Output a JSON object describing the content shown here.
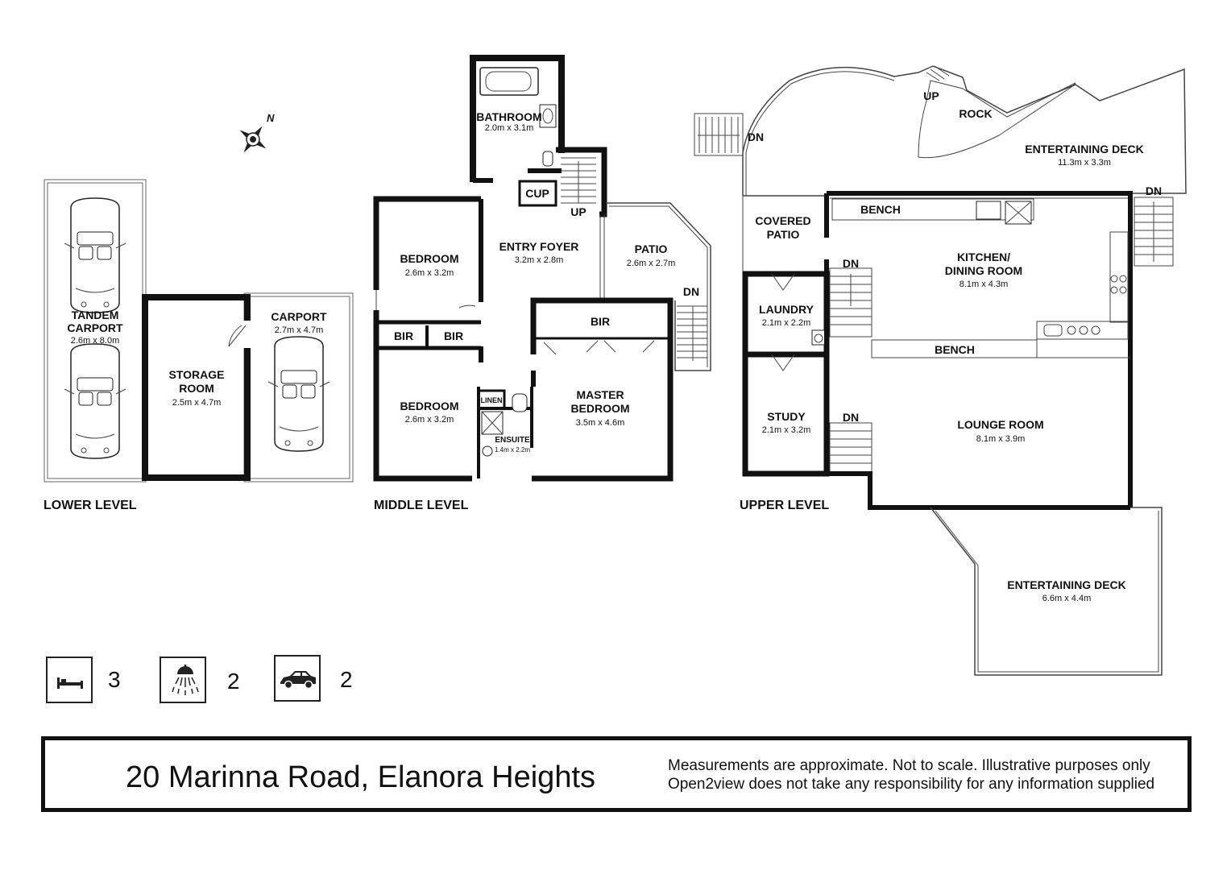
{
  "levels": {
    "lower": "LOWER LEVEL",
    "middle": "MIDDLE LEVEL",
    "upper": "UPPER LEVEL"
  },
  "rooms": {
    "tandem_carport": {
      "name_line1": "TANDEM",
      "name_line2": "CARPORT",
      "dims": "2.6m x 8.0m"
    },
    "storage_room": {
      "name_line1": "STORAGE",
      "name_line2": "ROOM",
      "dims": "2.5m x 4.7m"
    },
    "carport": {
      "name": "CARPORT",
      "dims": "2.7m x 4.7m"
    },
    "bathroom": {
      "name": "BATHROOM",
      "dims": "2.0m x 3.1m"
    },
    "cup": {
      "name": "CUP"
    },
    "entry_foyer": {
      "name": "ENTRY FOYER",
      "dims": "3.2m x 2.8m"
    },
    "bedroom1": {
      "name": "BEDROOM",
      "dims": "2.6m x 3.2m"
    },
    "bedroom2": {
      "name": "BEDROOM",
      "dims": "2.6m x 3.2m"
    },
    "bir_left": {
      "name": "BIR"
    },
    "bir_mid": {
      "name": "BIR"
    },
    "bir_master": {
      "name": "BIR"
    },
    "patio": {
      "name": "PATIO",
      "dims": "2.6m x 2.7m"
    },
    "master_bedroom": {
      "name_line1": "MASTER",
      "name_line2": "BEDROOM",
      "dims": "3.5m x 4.6m"
    },
    "linen": {
      "name": "LINEN"
    },
    "ensuite": {
      "name": "ENSUITE",
      "dims": "1.4m x 2.2m"
    },
    "covered_patio": {
      "name_line1": "COVERED",
      "name_line2": "PATIO"
    },
    "laundry": {
      "name": "LAUNDRY",
      "dims": "2.1m x 2.2m"
    },
    "study": {
      "name": "STUDY",
      "dims": "2.1m x 3.2m"
    },
    "kitchen": {
      "name_line1": "KITCHEN/",
      "name_line2": "DINING ROOM",
      "dims": "8.1m x 4.3m"
    },
    "lounge": {
      "name": "LOUNGE ROOM",
      "dims": "8.1m x 3.9m"
    },
    "ent_deck_upper": {
      "name": "ENTERTAINING DECK",
      "dims": "11.3m x 3.3m"
    },
    "ent_deck_lower": {
      "name": "ENTERTAINING DECK",
      "dims": "6.6m x 4.4m"
    },
    "rock": {
      "name": "ROCK"
    }
  },
  "stairs": {
    "up_middle": "UP",
    "dn_patio": "DN",
    "dn_upper_left": "DN",
    "up_rock": "UP",
    "dn_deck_right": "DN",
    "dn_laundry": "DN",
    "dn_study": "DN"
  },
  "fixtures": {
    "bench_top": "BENCH",
    "bench_bottom": "BENCH"
  },
  "compass": {
    "north": "N"
  },
  "features": [
    {
      "icon": "bed-icon",
      "count": "3"
    },
    {
      "icon": "shower-icon",
      "count": "2"
    },
    {
      "icon": "car-icon",
      "count": "2"
    }
  ],
  "footer": {
    "address": "20 Marinna Road, Elanora Heights",
    "disclaimer_line1": "Measurements are approximate. Not to scale. Illustrative purposes only",
    "disclaimer_line2": "Open2view does not take any responsibility for any information supplied"
  }
}
